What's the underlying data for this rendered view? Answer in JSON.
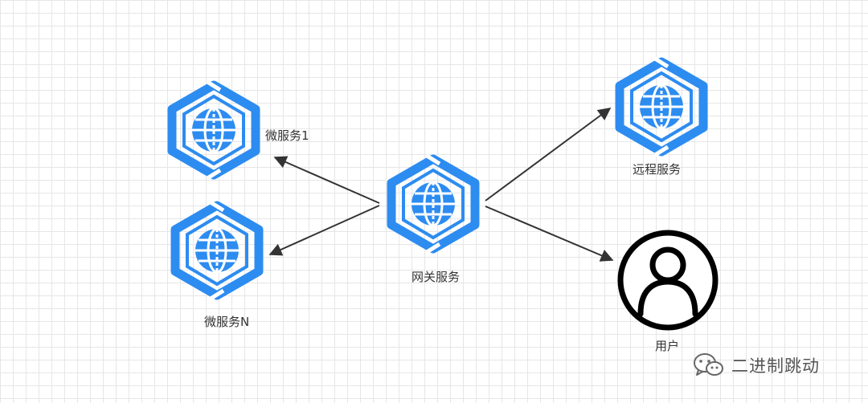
{
  "nodes": {
    "gateway": {
      "label": "网关服务",
      "icon": "globe-hex-icon"
    },
    "microservice_1": {
      "label": "微服务1",
      "icon": "globe-hex-icon"
    },
    "microservice_n": {
      "label": "微服务N",
      "icon": "globe-hex-icon"
    },
    "remote_service": {
      "label": "远程服务",
      "icon": "globe-hex-icon"
    },
    "user": {
      "label": "用户",
      "icon": "user-circle-icon"
    }
  },
  "edges": [
    {
      "from": "gateway",
      "to": "microservice_1"
    },
    {
      "from": "gateway",
      "to": "microservice_n"
    },
    {
      "from": "gateway",
      "to": "remote_service"
    },
    {
      "from": "gateway",
      "to": "user"
    }
  ],
  "watermark": {
    "text": "二进制跳动",
    "icon": "wechat-icon"
  },
  "colors": {
    "icon_blue": "#2d8cf0",
    "arrow": "#333333",
    "user_icon": "#000000",
    "grid": "#e6e6e6"
  }
}
